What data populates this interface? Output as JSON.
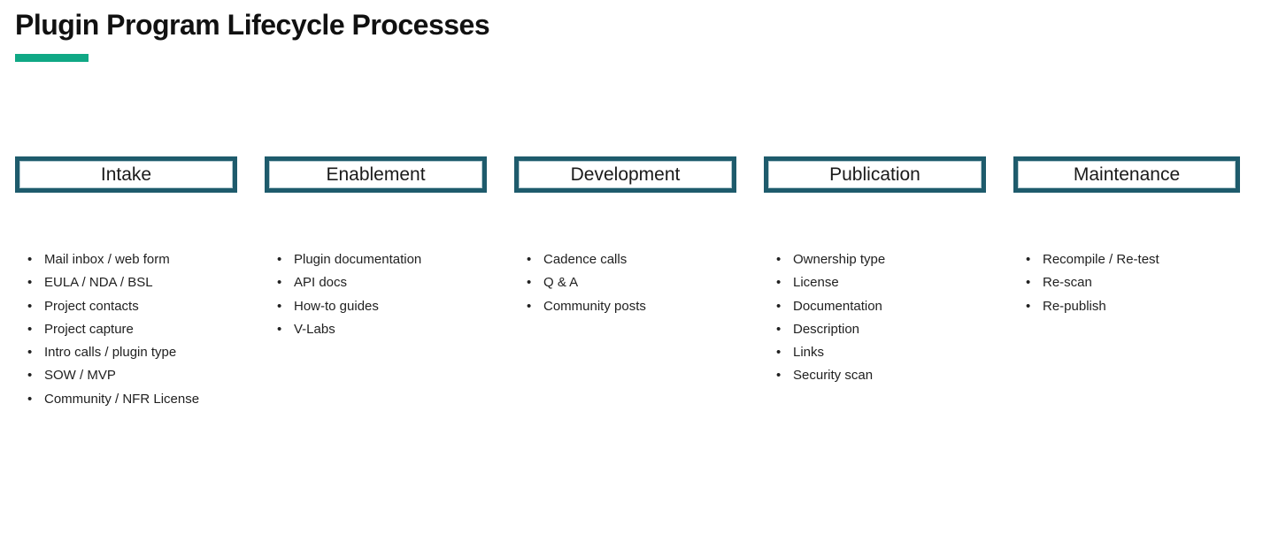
{
  "page": {
    "title": "Plugin Program Lifecycle Processes"
  },
  "colors": {
    "accent_green": "#10A885",
    "box_border_teal": "#1E5B6C",
    "text": "#212121",
    "title": "#111111"
  },
  "bullet_glyph": "•",
  "columns": [
    {
      "header": "Intake",
      "items": [
        "Mail inbox / web form",
        "EULA / NDA / BSL",
        "Project contacts",
        "Project capture",
        "Intro calls / plugin type",
        "SOW / MVP",
        "Community / NFR License"
      ]
    },
    {
      "header": "Enablement",
      "items": [
        "Plugin documentation",
        "API docs",
        "How-to guides",
        "V-Labs"
      ]
    },
    {
      "header": "Development",
      "items": [
        "Cadence calls",
        "Q & A",
        "Community posts"
      ]
    },
    {
      "header": "Publication",
      "items": [
        "Ownership type",
        "License",
        "Documentation",
        "Description",
        "Links",
        "Security scan"
      ]
    },
    {
      "header": "Maintenance",
      "items": [
        "Recompile / Re-test",
        "Re-scan",
        "Re-publish"
      ]
    }
  ]
}
